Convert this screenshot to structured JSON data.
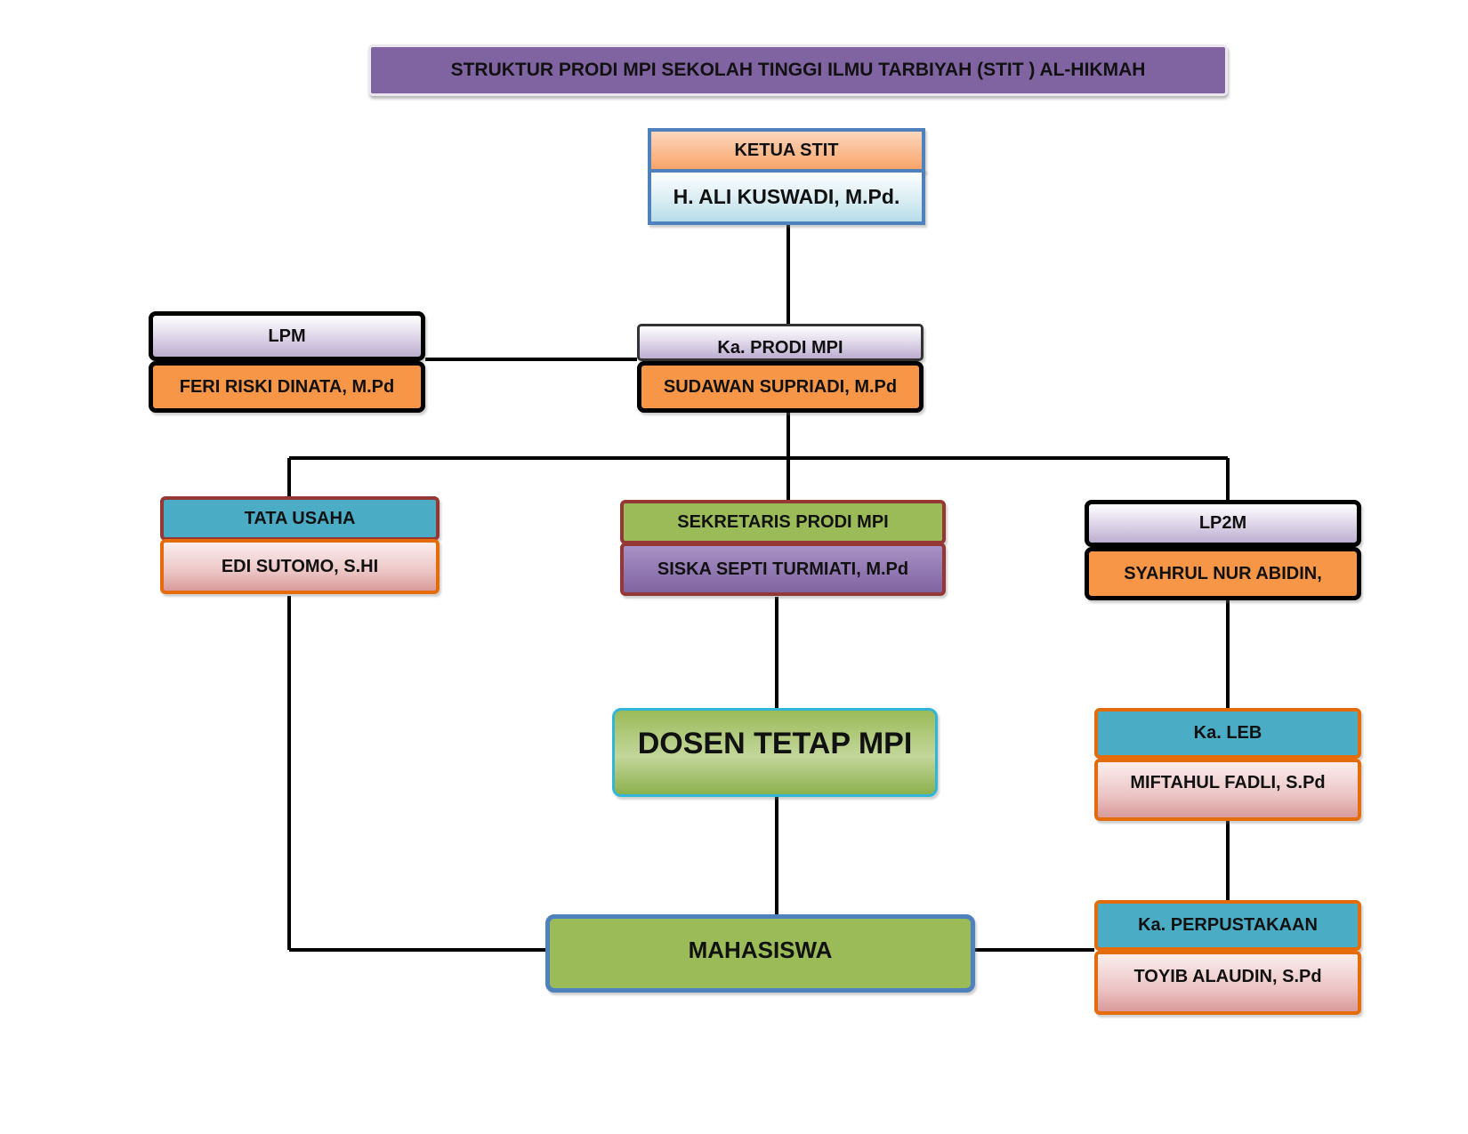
{
  "title": "STRUKTUR PRODI MPI SEKOLAH TINGGI ILMU TARBIYAH (STIT ) AL-HIKMAH",
  "nodes": {
    "ketua": {
      "role": "KETUA STIT",
      "name": "H. ALI KUSWADI, M.Pd."
    },
    "lpm": {
      "role": "LPM",
      "name": "FERI RISKI DINATA, M.Pd"
    },
    "kaprodi": {
      "role": "Ka. PRODI MPI",
      "name": "SUDAWAN SUPRIADI, M.Pd"
    },
    "tata_usaha": {
      "role": "TATA USAHA",
      "name": "EDI SUTOMO, S.HI"
    },
    "sekretaris": {
      "role": "SEKRETARIS PRODI MPI",
      "name": "SISKA SEPTI TURMIATI, M.Pd"
    },
    "lp2m": {
      "role": "LP2M",
      "name": "SYAHRUL NUR ABIDIN,"
    },
    "dosen": {
      "label": "DOSEN TETAP MPI"
    },
    "leb": {
      "role": "Ka. LEB",
      "name": "MIFTAHUL FADLI, S.Pd"
    },
    "mahasiswa": {
      "label": "MAHASISWA"
    },
    "perpustakaan": {
      "role": "Ka. PERPUSTAKAAN",
      "name": "TOYIB ALAUDIN, S.Pd"
    }
  },
  "colors": {
    "title_bg": "#8064a2",
    "orange": "#f79646",
    "teal": "#4bacc6",
    "green": "#9bbb59",
    "blue_border": "#4f81bd",
    "maroon_border": "#953735",
    "orange_border": "#e46c0a"
  }
}
